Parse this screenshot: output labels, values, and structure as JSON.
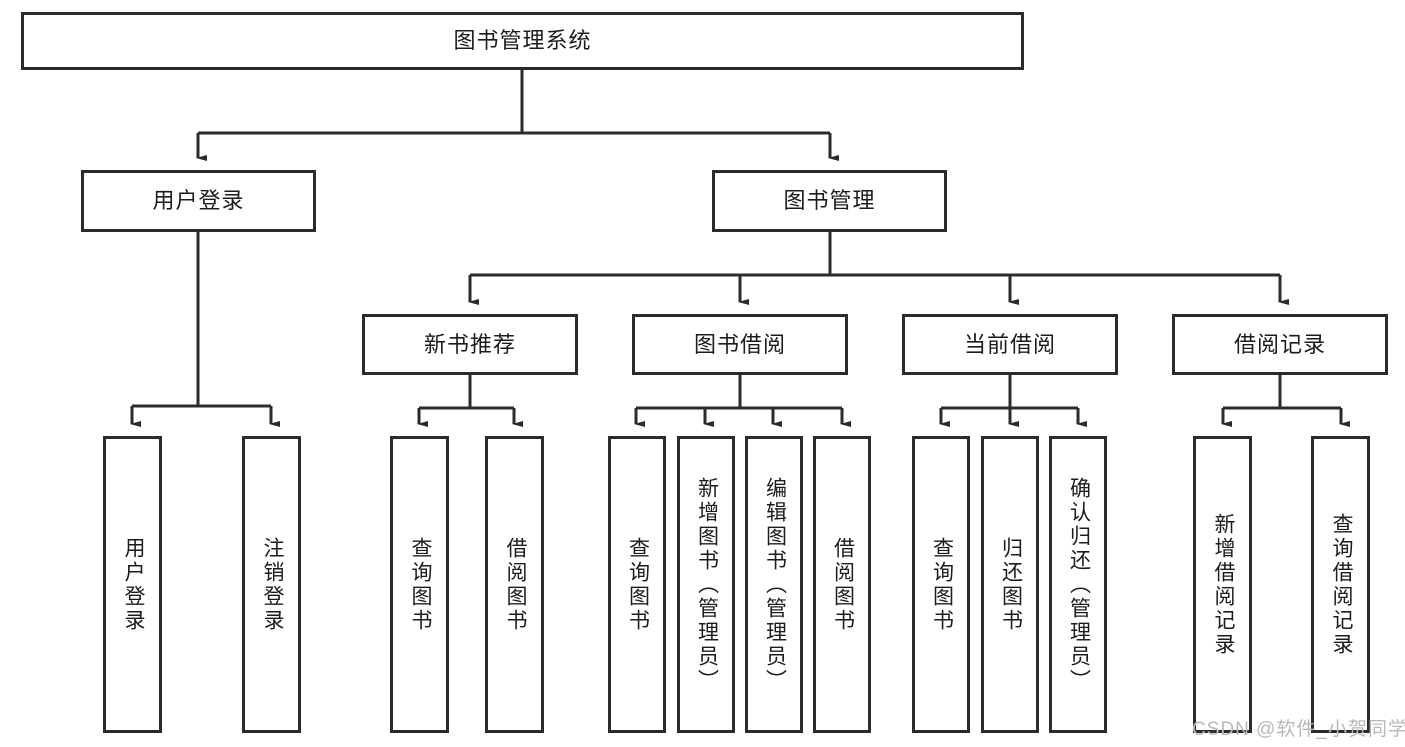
{
  "diagram": {
    "title": "图书管理系统",
    "type": "tree-hierarchy",
    "stroke_color": "#2b2b2b",
    "fill_color": "#ffffff",
    "text_color": "#1c1c1c"
  },
  "nodes": {
    "root": {
      "label": "图书管理系统"
    },
    "level2": [
      {
        "id": "user-login",
        "label": "用户登录"
      },
      {
        "id": "book-management",
        "label": "图书管理"
      }
    ],
    "level3": [
      {
        "id": "new-book-recommend",
        "label": "新书推荐"
      },
      {
        "id": "book-borrow",
        "label": "图书借阅"
      },
      {
        "id": "current-borrow",
        "label": "当前借阅"
      },
      {
        "id": "borrow-record",
        "label": "借阅记录"
      }
    ],
    "leaves": [
      {
        "id": "leaf-user-login",
        "label": "用户登录",
        "parent": "user-login"
      },
      {
        "id": "leaf-logout-login",
        "label": "注销登录",
        "parent": "user-login"
      },
      {
        "id": "leaf-query-book-1",
        "label": "查询图书",
        "parent": "new-book-recommend"
      },
      {
        "id": "leaf-borrow-book-1",
        "label": "借阅图书",
        "parent": "new-book-recommend"
      },
      {
        "id": "leaf-query-book-2",
        "label": "查询图书",
        "parent": "book-borrow"
      },
      {
        "id": "leaf-add-book",
        "label": "新增图书（管理员）",
        "parent": "book-borrow"
      },
      {
        "id": "leaf-edit-book",
        "label": "编辑图书（管理员）",
        "parent": "book-borrow"
      },
      {
        "id": "leaf-borrow-book-2",
        "label": "借阅图书",
        "parent": "book-borrow"
      },
      {
        "id": "leaf-query-book-3",
        "label": "查询图书",
        "parent": "current-borrow"
      },
      {
        "id": "leaf-return-book",
        "label": "归还图书",
        "parent": "current-borrow"
      },
      {
        "id": "leaf-confirm-return",
        "label": "确认归还（管理员）",
        "parent": "current-borrow"
      },
      {
        "id": "leaf-add-record",
        "label": "新增借阅记录",
        "parent": "borrow-record"
      },
      {
        "id": "leaf-query-record",
        "label": "查询借阅记录",
        "parent": "borrow-record"
      }
    ]
  },
  "watermark": {
    "text": "CSDN @软件_小贺同学"
  }
}
